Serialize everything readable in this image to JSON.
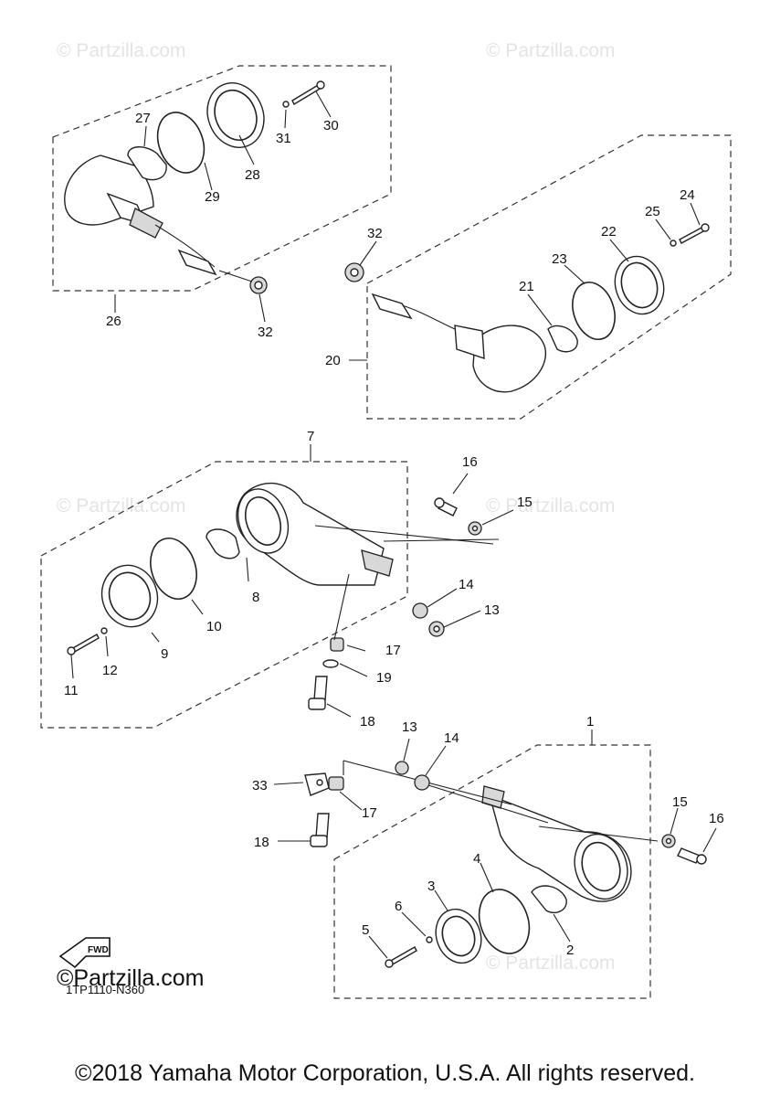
{
  "watermarks": {
    "text": "© Partzilla.com"
  },
  "callouts": {
    "c1": "1",
    "c2": "2",
    "c3": "3",
    "c4": "4",
    "c5": "5",
    "c6": "6",
    "c7": "7",
    "c8": "8",
    "c9": "9",
    "c10": "10",
    "c11": "11",
    "c12": "12",
    "c13a": "13",
    "c13b": "13",
    "c14a": "14",
    "c14b": "14",
    "c15a": "15",
    "c15b": "15",
    "c16a": "16",
    "c16b": "16",
    "c17a": "17",
    "c17b": "17",
    "c18a": "18",
    "c18b": "18",
    "c19": "19",
    "c20": "20",
    "c21": "21",
    "c22": "22",
    "c23": "23",
    "c24": "24",
    "c25": "25",
    "c26": "26",
    "c27": "27",
    "c28": "28",
    "c29": "29",
    "c30": "30",
    "c31": "31",
    "c32a": "32",
    "c32b": "32",
    "c33": "33"
  },
  "logo": {
    "text": "©Partzilla.com",
    "fwd": "FWD"
  },
  "diagram_code": "1TP1110-N360",
  "copyright": "©2018 Yamaha Motor Corporation, U.S.A. All rights reserved."
}
